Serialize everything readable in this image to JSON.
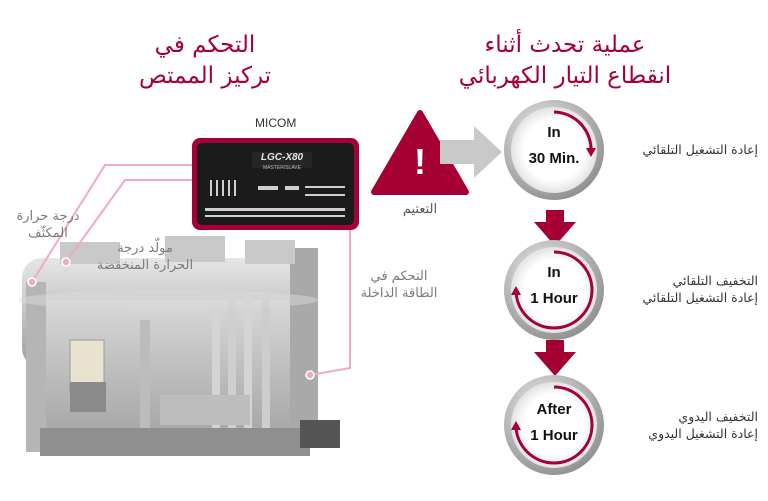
{
  "left_title": {
    "line1": "التحكم في",
    "line2": "تركيز الممتص"
  },
  "right_title": {
    "line1": "عملية تحدث أثناء",
    "line2": "انقطاع التيار الكهربائي"
  },
  "micom": {
    "label": "MICOM",
    "brand": "LGC-X80",
    "sub": "MASTER/SLAVE"
  },
  "warning": {
    "glyph": "!",
    "label": "التعتيم"
  },
  "labels": {
    "condenser_temp": {
      "line1": "درجة حرارة",
      "line2": "المكثّف"
    },
    "low_temp_generator": {
      "line1": "مولّد درجة",
      "line2": "الحرارة المنخفضة"
    },
    "internal_energy": {
      "line1": "التحكم في",
      "line2": "الطاقة الداخلة"
    }
  },
  "steps": [
    {
      "line1": "In",
      "line2": "30 Min.",
      "desc1": "إعادة التشغيل التلقائي",
      "desc2": ""
    },
    {
      "line1": "In",
      "line2": "1 Hour",
      "desc1": "التخفيف التلقائي",
      "desc2": "إعادة التشغيل التلقائي"
    },
    {
      "line1": "After",
      "line2": "1 Hour",
      "desc1": "التخفيف اليدوي",
      "desc2": "إعادة التشغيل اليدوي"
    }
  ],
  "colors": {
    "accent": "#a50034",
    "arrow_gray": "#c9c9c9",
    "pink_line": "#f2a9c4"
  }
}
